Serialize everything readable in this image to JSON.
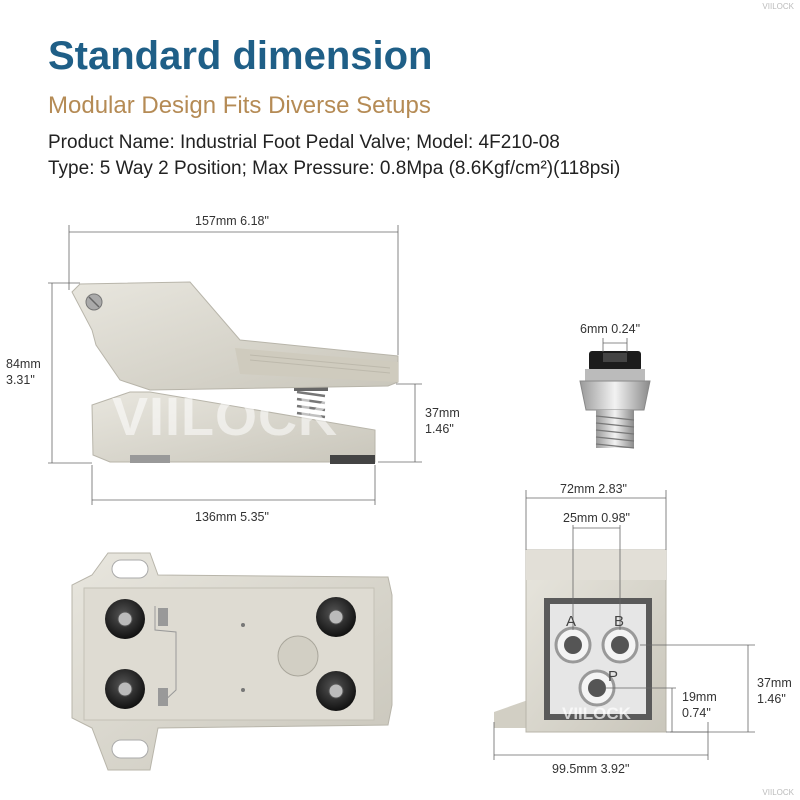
{
  "header": {
    "title": "Standard dimension",
    "subtitle": "Modular Design Fits Diverse Setups",
    "spec_line_1": "Product Name: Industrial Foot Pedal Valve; Model: 4F210-08",
    "spec_line_2": "Type: 5 Way 2 Position; Max Pressure: 0.8Mpa (8.6Kgf/cm²)(118psi)"
  },
  "brand": {
    "watermark": "VIILOCK",
    "corner_mark": "VIILOCK"
  },
  "dimensions": {
    "side_length": "157mm 6.18\"",
    "side_height_mm": "84mm",
    "side_height_in": "3.31\"",
    "pedal_height_mm": "37mm",
    "pedal_height_in": "1.46\"",
    "base_length": "136mm 5.35\"",
    "fitting_diameter": "6mm 0.24\"",
    "front_width": "72mm 2.83\"",
    "port_spacing": "25mm 0.98\"",
    "front_height_mm": "37mm",
    "front_height_in": "1.46\"",
    "port_offset_mm": "19mm",
    "port_offset_in": "0.74\"",
    "base_width": "99.5mm 3.92\""
  },
  "ports": {
    "a": "A",
    "b": "B",
    "p": "P"
  },
  "colors": {
    "title": "#1f5f87",
    "subtitle": "#b58b55",
    "metal": "#d9d6cc",
    "dim_line": "#666666"
  }
}
